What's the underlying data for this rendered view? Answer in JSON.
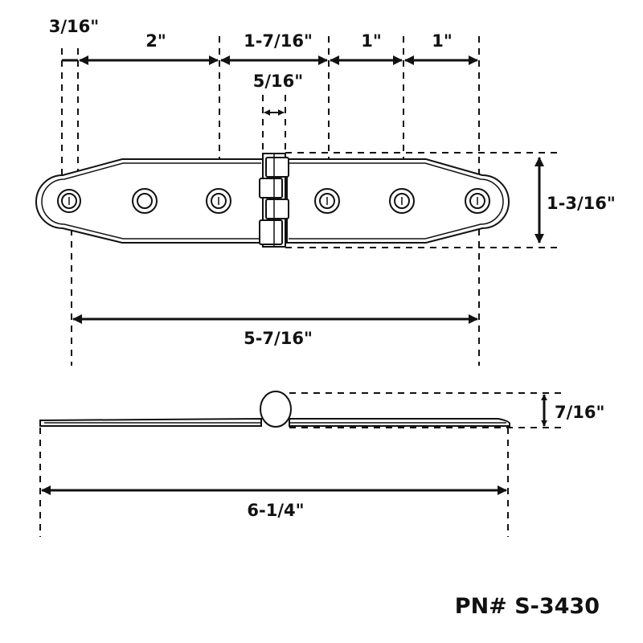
{
  "top_view": {
    "dim_3_16": "3/16\"",
    "dim_2": "2\"",
    "dim_1_7_16": "1-7/16\"",
    "dim_1a": "1\"",
    "dim_1b": "1\"",
    "dim_5_16": "5/16\"",
    "dim_height": "1-3/16\"",
    "dim_overall": "5-7/16\""
  },
  "side_view": {
    "dim_thickness": "7/16\"",
    "dim_length": "6-1/4\""
  },
  "part_number": "PN# S-3430",
  "colors": {
    "line": "#111111",
    "background": "#ffffff"
  }
}
